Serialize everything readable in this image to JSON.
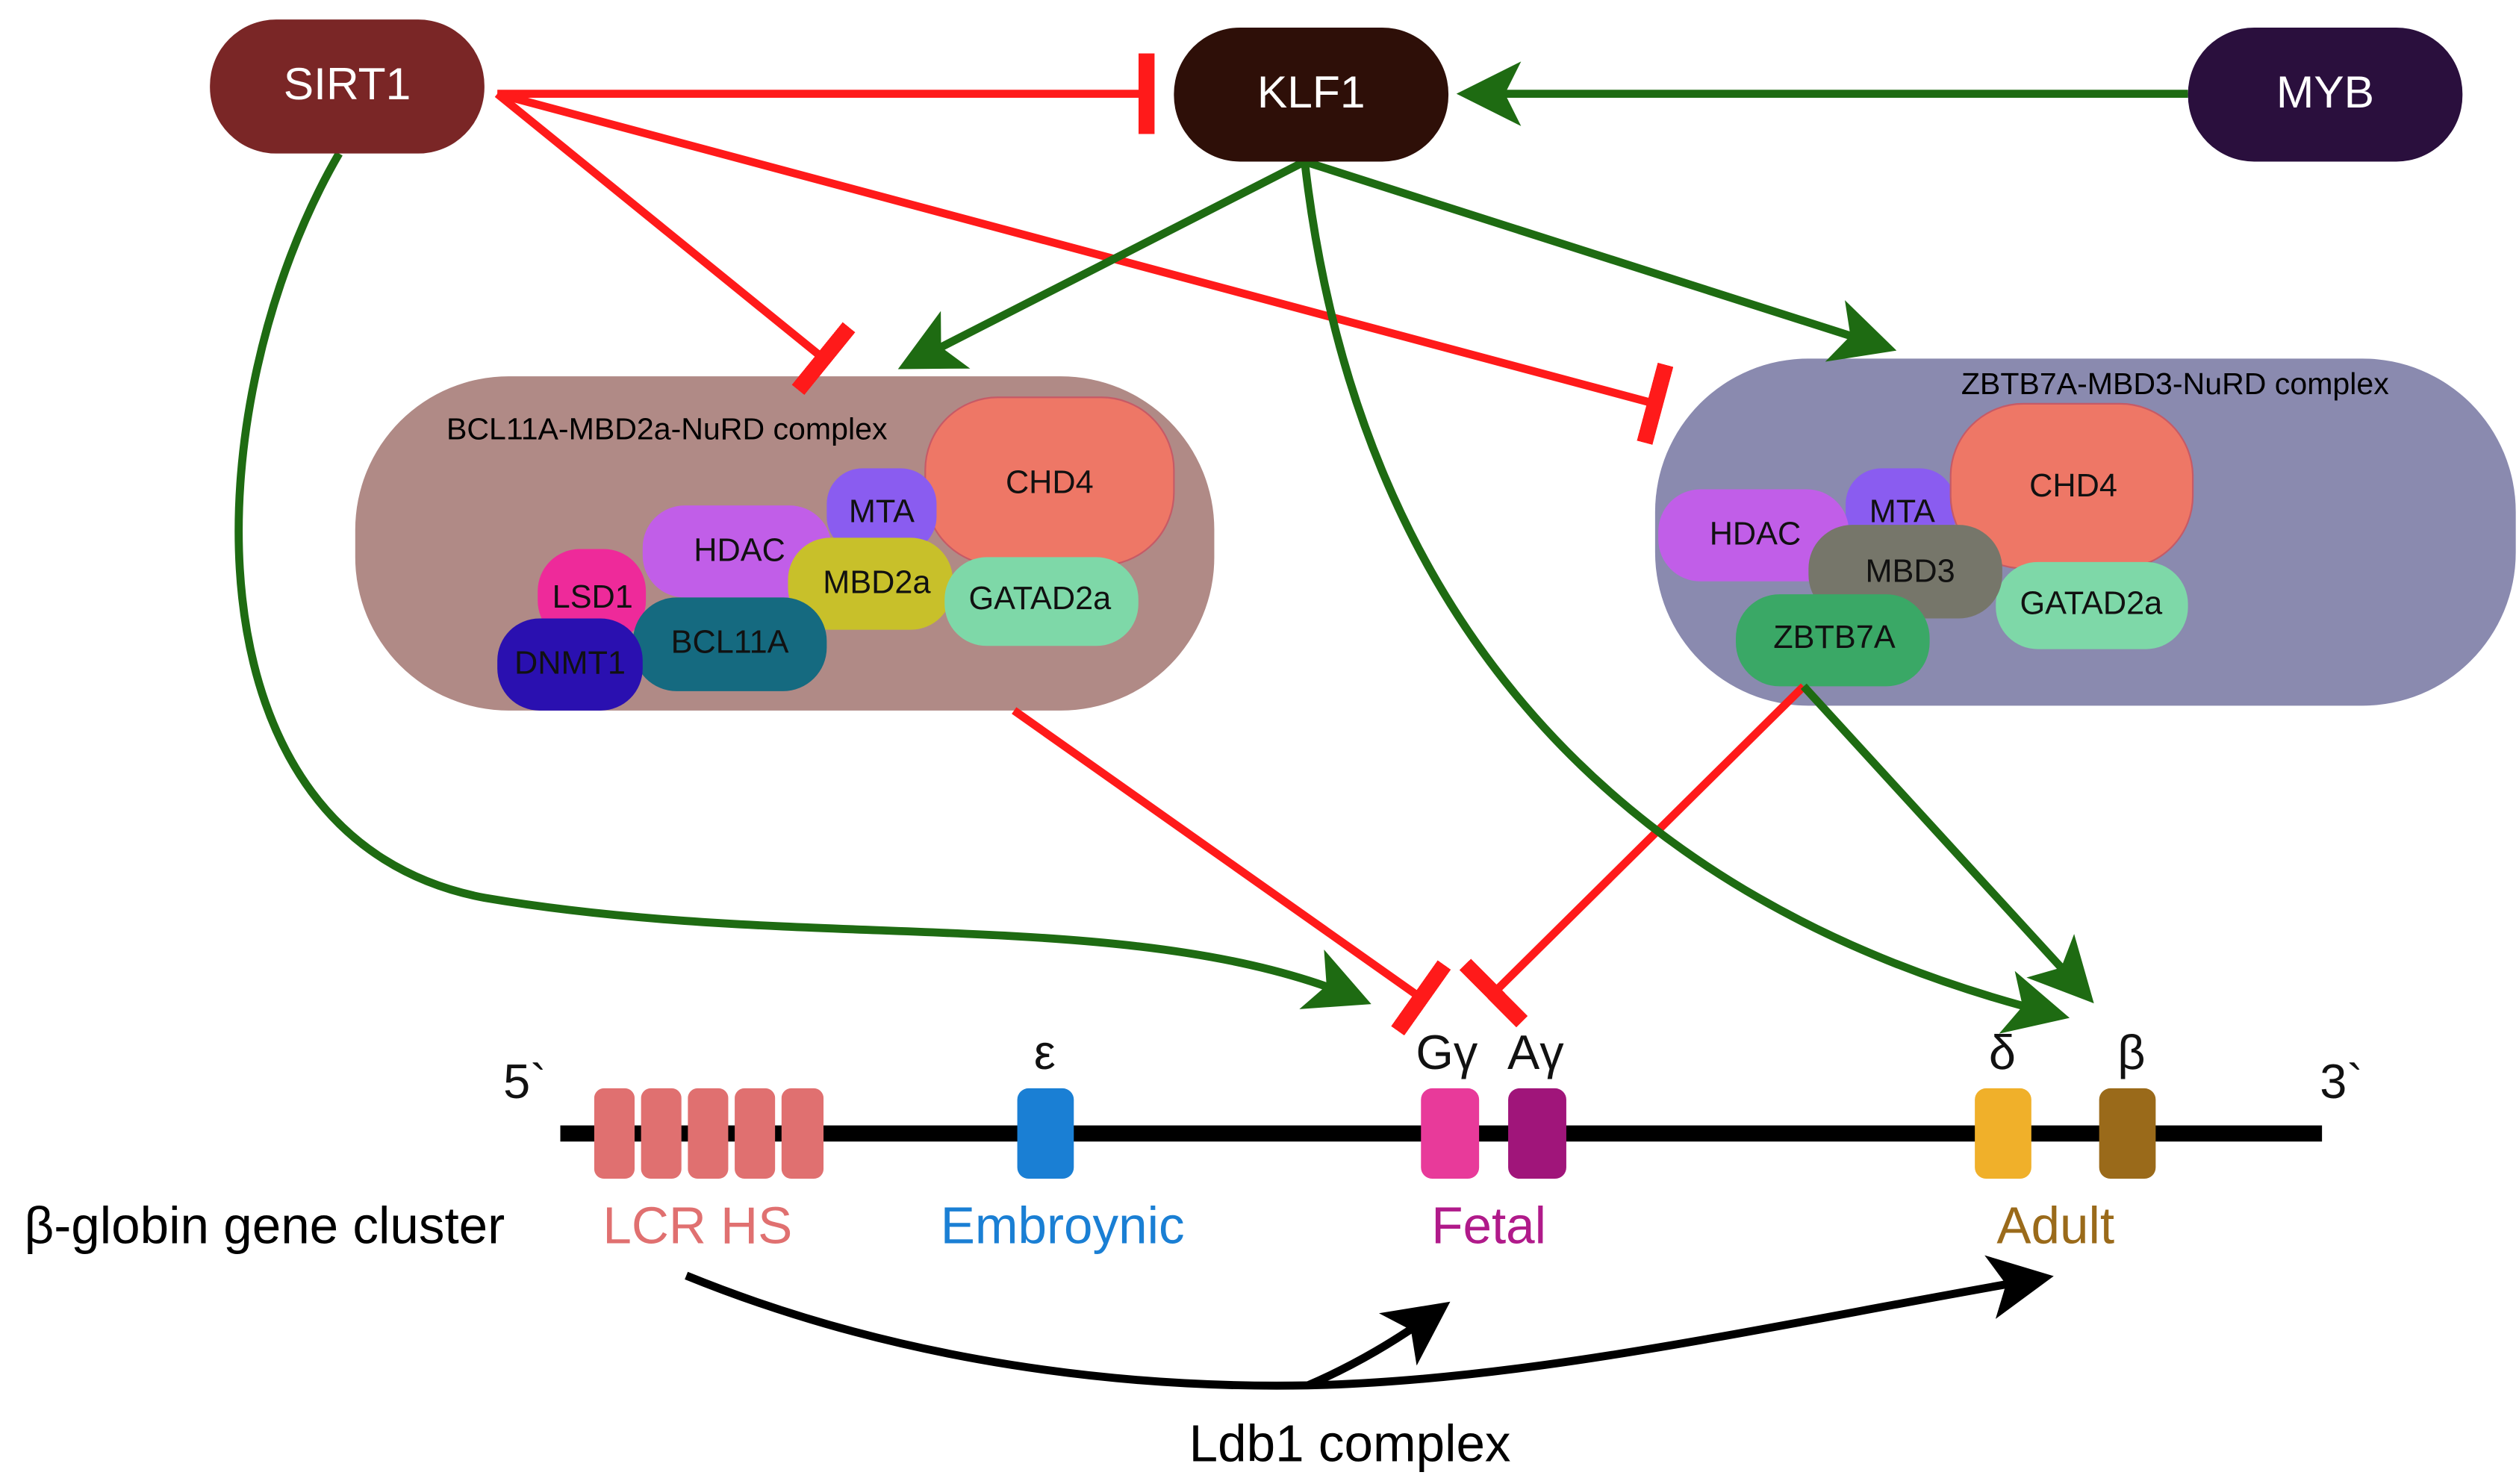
{
  "regulators": [
    {
      "id": "sirt1",
      "label": "SIRT1",
      "color": "#7a2626"
    },
    {
      "id": "klf1",
      "label": "KLF1",
      "color": "#2e0f08"
    },
    {
      "id": "myb",
      "label": "MYB",
      "color": "#2a0f3d"
    }
  ],
  "complexes": {
    "left": {
      "title": "BCL11A-MBD2a-NuRD complex",
      "color": "#b08a86",
      "subunits": {
        "chd4": "CHD4",
        "mta": "MTA",
        "hdac": "HDAC",
        "mbd2a": "MBD2a",
        "gatad2a": "GATAD2a",
        "lsd1": "LSD1",
        "bcl11a": "BCL11A",
        "dnmt1": "DNMT1"
      }
    },
    "right": {
      "title": "ZBTB7A-MBD3-NuRD complex",
      "color": "#8a8aaf",
      "subunits": {
        "chd4": "CHD4",
        "mta": "MTA",
        "hdac": "HDAC",
        "mbd3": "MBD3",
        "gatad2a": "GATAD2a",
        "zbtb7a": "ZBTB7A"
      }
    }
  },
  "gene_cluster": {
    "label": "β-globin gene cluster",
    "five_prime": "5`",
    "three_prime": "3`",
    "genes": {
      "epsilon": "ε",
      "g_gamma": "Gγ",
      "a_gamma": "Aγ",
      "delta": "δ",
      "beta": "β"
    },
    "groups": [
      {
        "label": "LCR HS",
        "color": "#e07070"
      },
      {
        "label": "Embroynic",
        "color": "#1a7fd4"
      },
      {
        "label": "Fetal",
        "color": "#b01a8a"
      },
      {
        "label": "Adult",
        "color": "#9a6a1a"
      }
    ],
    "ldb1": "Ldb1 complex"
  },
  "colors": {
    "activation": "#1e6b12",
    "repression": "#ff1a1a",
    "looping": "#000000"
  }
}
